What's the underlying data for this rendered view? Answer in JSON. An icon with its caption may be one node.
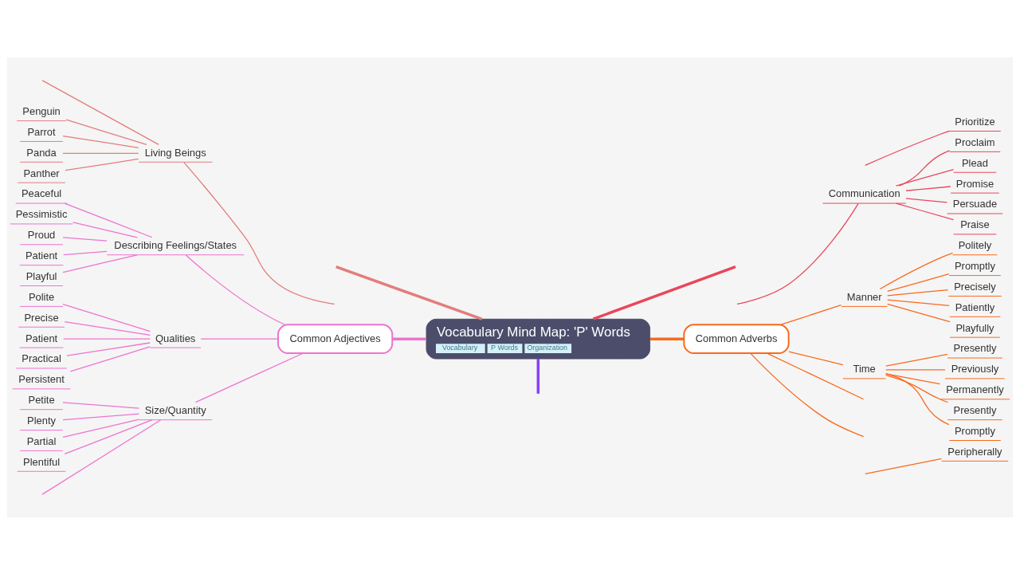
{
  "diagram": {
    "nodes": [
      {
        "text": [
          "Vocabulary Mind Map: 'P' Words",
          "Vocabulary",
          "P Words",
          "Organization"
        ]
      },
      {
        "text": [
          "Living Beings"
        ]
      },
      {
        "text": [
          "Penguin"
        ]
      },
      {
        "text": [
          "Parrot"
        ]
      },
      {
        "text": [
          "Panda"
        ]
      },
      {
        "text": [
          "Panther"
        ]
      },
      {
        "text": [
          "Common Adjectives"
        ]
      },
      {
        "text": [
          "Describing Feelings/States"
        ]
      },
      {
        "text": [
          "Peaceful"
        ]
      },
      {
        "text": [
          "Pessimistic"
        ]
      },
      {
        "text": [
          "Proud"
        ]
      },
      {
        "text": [
          "Patient"
        ]
      },
      {
        "text": [
          "Playful"
        ]
      },
      {
        "text": [
          "Qualities"
        ]
      },
      {
        "text": [
          "Polite"
        ]
      },
      {
        "text": [
          "Precise"
        ]
      },
      {
        "text": [
          "Patient"
        ]
      },
      {
        "text": [
          "Practical"
        ]
      },
      {
        "text": [
          "Persistent"
        ]
      },
      {
        "text": [
          "Size/Quantity"
        ]
      },
      {
        "text": [
          "Petite"
        ]
      },
      {
        "text": [
          "Plenty"
        ]
      },
      {
        "text": [
          "Partial"
        ]
      },
      {
        "text": [
          "Plentiful"
        ]
      },
      {
        "text": [
          "Prioritize"
        ]
      },
      {
        "text": [
          "Communication"
        ]
      },
      {
        "text": [
          "Proclaim"
        ]
      },
      {
        "text": [
          "Plead"
        ]
      },
      {
        "text": [
          "Promise"
        ]
      },
      {
        "text": [
          "Persuade"
        ]
      },
      {
        "text": [
          "Praise"
        ]
      },
      {
        "text": [
          "Common Adverbs"
        ]
      },
      {
        "text": [
          "Manner"
        ]
      },
      {
        "text": [
          "Politely"
        ]
      },
      {
        "text": [
          "Promptly"
        ]
      },
      {
        "text": [
          "Precisely"
        ]
      },
      {
        "text": [
          "Patiently"
        ]
      },
      {
        "text": [
          "Playfully"
        ]
      },
      {
        "text": [
          "Time"
        ]
      },
      {
        "text": [
          "Presently"
        ]
      },
      {
        "text": [
          "Previously"
        ]
      },
      {
        "text": [
          "Permanently"
        ]
      },
      {
        "text": [
          "Presently"
        ]
      },
      {
        "text": [
          "Promptly"
        ]
      },
      {
        "text": [
          "Peripherally"
        ]
      }
    ],
    "edges": [
      {
        "from": 0,
        "to": null,
        "arrow": "none",
        "style": "thick",
        "color": "#e27d7d"
      },
      {
        "from": null,
        "to": 1,
        "arrow": "none",
        "color": "#e27d7d"
      },
      {
        "from": 1,
        "to": null,
        "arrow": "none",
        "color": "#e27d7d"
      },
      {
        "from": 1,
        "to": 2,
        "arrow": "none",
        "color": "#e27d7d"
      },
      {
        "from": 1,
        "to": 3,
        "arrow": "none",
        "color": "#e27d7d"
      },
      {
        "from": 1,
        "to": 4,
        "arrow": "none",
        "color": "#e27d7d"
      },
      {
        "from": 1,
        "to": 5,
        "arrow": "none",
        "color": "#e27d7d"
      },
      {
        "from": 0,
        "to": 6,
        "arrow": "none",
        "style": "thick",
        "color": "#ec74cf"
      },
      {
        "from": 6,
        "to": 7,
        "arrow": "none",
        "color": "#ec74cf"
      },
      {
        "from": 7,
        "to": 8,
        "arrow": "none",
        "color": "#ec74cf"
      },
      {
        "from": 7,
        "to": 9,
        "arrow": "none",
        "color": "#ec74cf"
      },
      {
        "from": 7,
        "to": 10,
        "arrow": "none",
        "color": "#ec74cf"
      },
      {
        "from": 7,
        "to": 11,
        "arrow": "none",
        "color": "#ec74cf"
      },
      {
        "from": 7,
        "to": 12,
        "arrow": "none",
        "color": "#ec74cf"
      },
      {
        "from": 6,
        "to": 13,
        "arrow": "none",
        "color": "#ec74cf"
      },
      {
        "from": 13,
        "to": 14,
        "arrow": "none",
        "color": "#ec74cf"
      },
      {
        "from": 13,
        "to": 15,
        "arrow": "none",
        "color": "#ec74cf"
      },
      {
        "from": 13,
        "to": 16,
        "arrow": "none",
        "color": "#ec74cf"
      },
      {
        "from": 13,
        "to": 17,
        "arrow": "none",
        "color": "#ec74cf"
      },
      {
        "from": 13,
        "to": 18,
        "arrow": "none",
        "color": "#ec74cf"
      },
      {
        "from": 6,
        "to": 19,
        "arrow": "none",
        "color": "#ec74cf"
      },
      {
        "from": 19,
        "to": 20,
        "arrow": "none",
        "color": "#ec74cf"
      },
      {
        "from": 19,
        "to": 21,
        "arrow": "none",
        "color": "#ec74cf"
      },
      {
        "from": 19,
        "to": 22,
        "arrow": "none",
        "color": "#ec74cf"
      },
      {
        "from": 19,
        "to": 23,
        "arrow": "none",
        "color": "#ec74cf"
      },
      {
        "from": 19,
        "to": null,
        "arrow": "none",
        "color": "#ec74cf"
      },
      {
        "from": 0,
        "to": null,
        "arrow": "none",
        "style": "thick",
        "color": "#e8475a"
      },
      {
        "from": null,
        "to": 24,
        "arrow": "none",
        "color": "#e8475a"
      },
      {
        "from": null,
        "to": 25,
        "arrow": "none",
        "color": "#e8475a"
      },
      {
        "from": 25,
        "to": 26,
        "arrow": "none",
        "color": "#e8475a"
      },
      {
        "from": 25,
        "to": 27,
        "arrow": "none",
        "color": "#e8475a"
      },
      {
        "from": 25,
        "to": 28,
        "arrow": "none",
        "color": "#e8475a"
      },
      {
        "from": 25,
        "to": 29,
        "arrow": "none",
        "color": "#e8475a"
      },
      {
        "from": 25,
        "to": 30,
        "arrow": "none",
        "color": "#e8475a"
      },
      {
        "from": 0,
        "to": 31,
        "arrow": "none",
        "style": "thick",
        "color": "#f86a1c"
      },
      {
        "from": 31,
        "to": 32,
        "arrow": "none",
        "color": "#f86a1c"
      },
      {
        "from": 32,
        "to": 33,
        "arrow": "none",
        "color": "#f86a1c"
      },
      {
        "from": 32,
        "to": 34,
        "arrow": "none",
        "color": "#f86a1c"
      },
      {
        "from": 32,
        "to": 35,
        "arrow": "none",
        "color": "#f86a1c"
      },
      {
        "from": 32,
        "to": 36,
        "arrow": "none",
        "color": "#f86a1c"
      },
      {
        "from": 32,
        "to": 37,
        "arrow": "none",
        "color": "#f86a1c"
      },
      {
        "from": 31,
        "to": 38,
        "arrow": "none",
        "color": "#f86a1c"
      },
      {
        "from": 38,
        "to": 39,
        "arrow": "none",
        "color": "#f86a1c"
      },
      {
        "from": 38,
        "to": 40,
        "arrow": "none",
        "color": "#f86a1c"
      },
      {
        "from": 38,
        "to": 41,
        "arrow": "none",
        "color": "#f86a1c"
      },
      {
        "from": 38,
        "to": 42,
        "arrow": "none",
        "color": "#f86a1c"
      },
      {
        "from": 38,
        "to": 43,
        "arrow": "none",
        "color": "#f86a1c"
      },
      {
        "from": 31,
        "to": null,
        "arrow": "none",
        "color": "#f86a1c"
      },
      {
        "from": 31,
        "to": null,
        "arrow": "none",
        "color": "#f86a1c"
      },
      {
        "from": null,
        "to": 44,
        "arrow": "none",
        "color": "#f86a1c"
      },
      {
        "from": 0,
        "to": null,
        "arrow": "none",
        "style": "thick",
        "color": "#8a3ffc"
      }
    ]
  }
}
